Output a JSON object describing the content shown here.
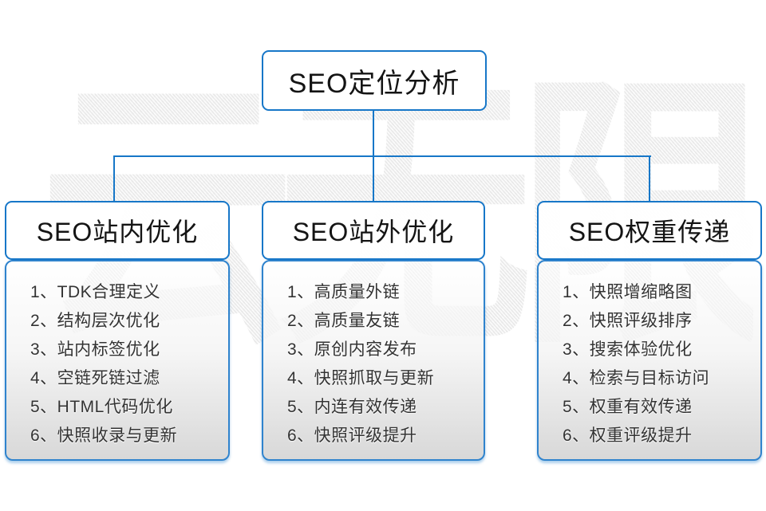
{
  "watermark": {
    "text": "云无限"
  },
  "root": {
    "title": "SEO定位分析"
  },
  "branches": [
    {
      "title": "SEO站内优化",
      "items": [
        "1、TDK合理定义",
        "2、结构层次优化",
        "3、站内标签优化",
        "4、空链死链过滤",
        "5、HTML代码优化",
        "6、快照收录与更新"
      ]
    },
    {
      "title": "SEO站外优化",
      "items": [
        "1、高质量外链",
        "2、高质量友链",
        "3、原创内容发布",
        "4、快照抓取与更新",
        "5、内连有效传递",
        "6、快照评级提升"
      ]
    },
    {
      "title": "SEO权重传递",
      "items": [
        "1、快照增缩略图",
        "2、快照评级排序",
        "3、搜索体验优化",
        "4、检索与目标访问",
        "5、权重有效传递",
        "6、权重评级提升"
      ]
    }
  ],
  "colors": {
    "accent": "#1777c8",
    "item_text": "#333333",
    "watermark": "#ececec"
  }
}
